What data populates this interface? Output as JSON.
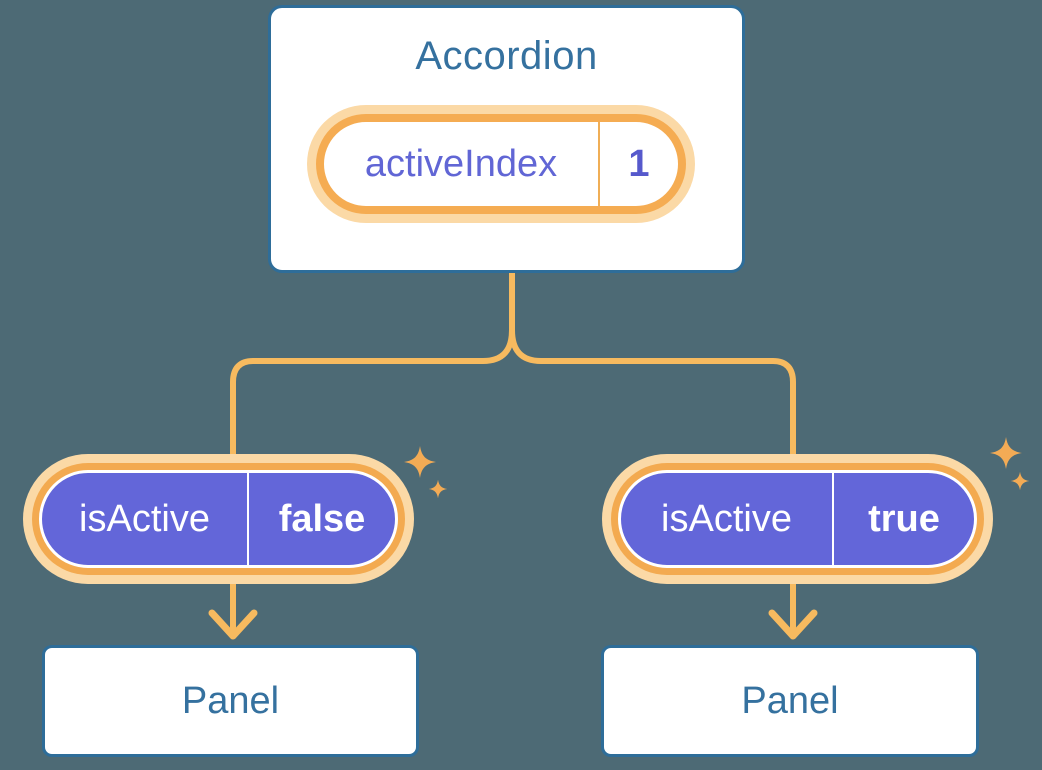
{
  "diagram": {
    "description": "React state diagram: Accordion component holding activeIndex state, passing isActive props down to two Panel components",
    "root": {
      "title": "Accordion",
      "state": {
        "name": "activeIndex",
        "value": "1"
      }
    },
    "children": [
      {
        "prop": {
          "name": "isActive",
          "value": "false"
        },
        "target": "Panel"
      },
      {
        "prop": {
          "name": "isActive",
          "value": "true"
        },
        "target": "Panel"
      }
    ],
    "icons": [
      "sparkle-icon"
    ],
    "colors": {
      "background": "#4d6a75",
      "card_background": "#ffffff",
      "card_border": "#2e6d99",
      "card_text": "#35719f",
      "connector": "#f7ba5f",
      "pill_ring": "#f3aa50",
      "pill_ring_top": "#f5ac52",
      "pill_glow": "#fbd9a6",
      "pill_divider_top": "#f0ae56",
      "purple_fill": "#6366d9",
      "purple_label_text": "#6166d5",
      "state_value_text": "#5659cc",
      "sparkle": "#f3ab55",
      "white_text": "#ffffff"
    }
  }
}
